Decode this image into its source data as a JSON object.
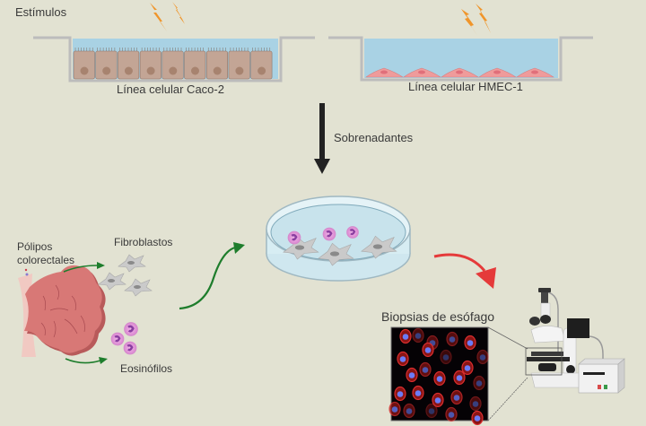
{
  "labels": {
    "stimuli": "Estímulos",
    "caco2": "Línea celular Caco-2",
    "hmec1": "Línea celular HMEC-1",
    "supernatants": "Sobrenadantes",
    "polyps_line1": "Pólipos",
    "polyps_line2": "colorectales",
    "fibroblasts": "Fibroblastos",
    "eosinophils": "Eosinófilos",
    "biopsies": "Biopsias de esófago"
  },
  "colors": {
    "background": "#e2e2d2",
    "lightning": "#f0952a",
    "medium": "#a9d2e4",
    "caco2_cell": "#c3a595",
    "hmec_cell": "#ef9b9b",
    "green_arrow": "#1e7d2c",
    "red_arrow": "#e53a3a",
    "polyp": "#d87876",
    "eosinophil": "#e39ad8",
    "fibroblast": "#c9c9c9"
  },
  "icons": [
    "lightning-icon",
    "culture-well",
    "down-arrow-icon",
    "petri-dish",
    "polyp-tissue",
    "fibroblast-cell",
    "eosinophil-cell",
    "microscope-icon",
    "fluorescence-image"
  ]
}
